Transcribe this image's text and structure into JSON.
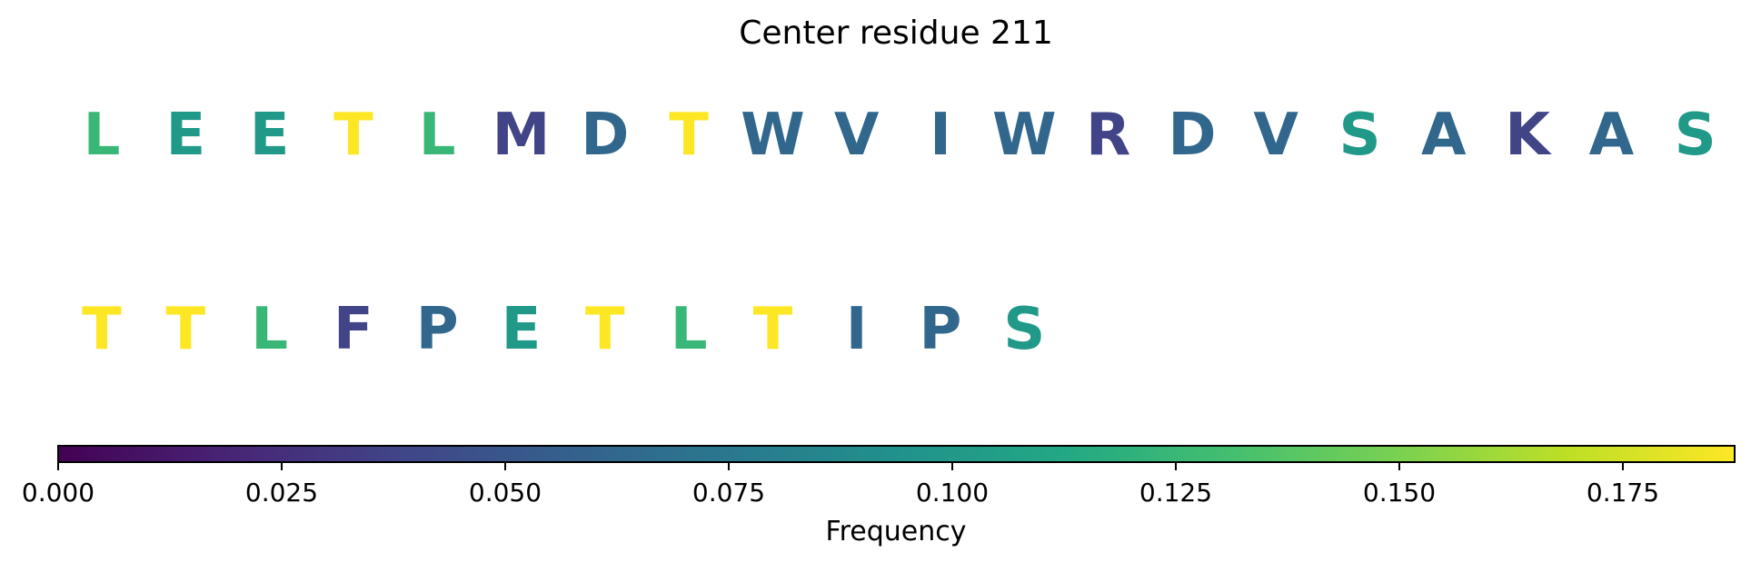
{
  "chart_data": {
    "type": "sequence-logo",
    "title": "Center residue 211",
    "rows": [
      {
        "residues": [
          {
            "letter": "L",
            "value": 0.125
          },
          {
            "letter": "E",
            "value": 0.1
          },
          {
            "letter": "E",
            "value": 0.1
          },
          {
            "letter": "T",
            "value": 0.1875
          },
          {
            "letter": "L",
            "value": 0.125
          },
          {
            "letter": "M",
            "value": 0.0375
          },
          {
            "letter": "D",
            "value": 0.0625
          },
          {
            "letter": "T",
            "value": 0.1875
          },
          {
            "letter": "W",
            "value": 0.0625
          },
          {
            "letter": "V",
            "value": 0.0625
          },
          {
            "letter": "I",
            "value": 0.0625
          },
          {
            "letter": "W",
            "value": 0.0625
          },
          {
            "letter": "R",
            "value": 0.0375
          },
          {
            "letter": "D",
            "value": 0.0625
          },
          {
            "letter": "V",
            "value": 0.0625
          },
          {
            "letter": "S",
            "value": 0.1
          },
          {
            "letter": "A",
            "value": 0.0625
          },
          {
            "letter": "K",
            "value": 0.0375
          },
          {
            "letter": "A",
            "value": 0.0625
          },
          {
            "letter": "S",
            "value": 0.1
          }
        ]
      },
      {
        "residues": [
          {
            "letter": "T",
            "value": 0.1875
          },
          {
            "letter": "T",
            "value": 0.1875
          },
          {
            "letter": "L",
            "value": 0.125
          },
          {
            "letter": "F",
            "value": 0.0375
          },
          {
            "letter": "P",
            "value": 0.0625
          },
          {
            "letter": "E",
            "value": 0.1
          },
          {
            "letter": "T",
            "value": 0.1875
          },
          {
            "letter": "L",
            "value": 0.125
          },
          {
            "letter": "T",
            "value": 0.1875
          },
          {
            "letter": "I",
            "value": 0.0625
          },
          {
            "letter": "P",
            "value": 0.0625
          },
          {
            "letter": "S",
            "value": 0.1
          }
        ]
      }
    ],
    "colorbar": {
      "label": "Frequency",
      "colormap": "viridis",
      "range": [
        0,
        0.1875
      ],
      "ticks": [
        0.0,
        0.025,
        0.05,
        0.075,
        0.1,
        0.125,
        0.15,
        0.175
      ],
      "tick_labels": [
        "0.000",
        "0.025",
        "0.050",
        "0.075",
        "0.100",
        "0.125",
        "0.150",
        "0.175"
      ]
    }
  }
}
